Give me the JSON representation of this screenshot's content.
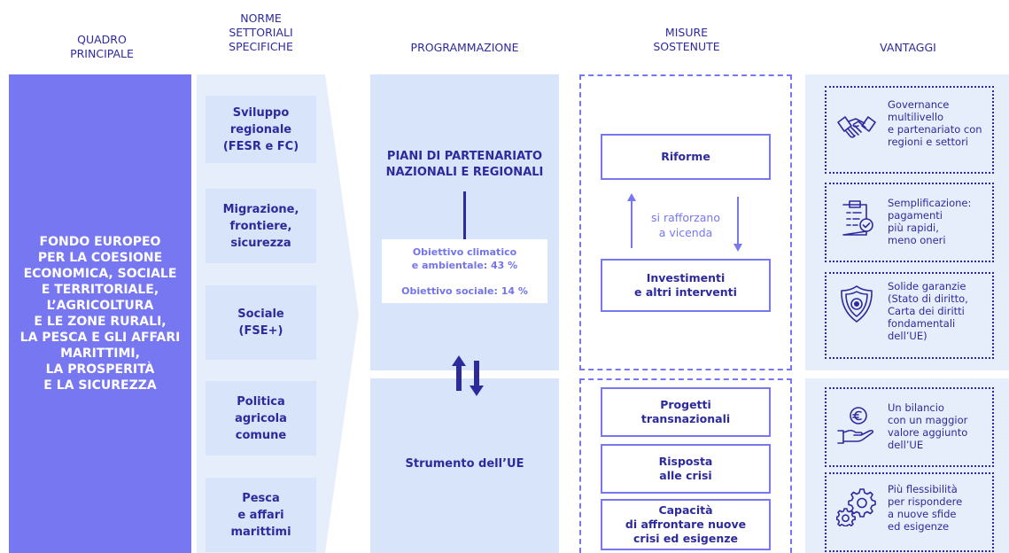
{
  "headers": {
    "quadro": "QUADRO\nPRINCIPALE",
    "norme": "NORME\nSETTORIALI\nSPECIFICHE",
    "programmazione": "PROGRAMMAZIONE",
    "misure": "MISURE\nSOSTENUTE",
    "vantaggi": "VANTAGGI"
  },
  "main": {
    "text": "FONDO EUROPEO\nPER LA COESIONE\nECONOMICA, SOCIALE\nE TERRITORIALE,\nL’AGRICOLTURA\nE LE ZONE RURALI,\nLA PESCA E GLI AFFARI\nMARITTIMI,\nLA PROSPERITÀ\nE LA SICUREZZA"
  },
  "sectors": [
    "Sviluppo\nregionale\n(FESR e FC)",
    "Migrazione,\nfrontiere,\nsicurezza",
    "Sociale\n(FSE+)",
    "Politica\nagricola\ncomune",
    "Pesca\ne affari\nmarittimi"
  ],
  "programmazione": {
    "piani": "PIANI DI PARTENARIATO\nNAZIONALI E REGIONALI",
    "obiettivo_climatico": "Obiettivo climatico\ne ambientale: 43 %",
    "obiettivo_sociale": "Obiettivo sociale: 14 %",
    "strumento": "Strumento dell’UE"
  },
  "misure": {
    "riforme": "Riforme",
    "rafforzano": "si rafforzano\na vicenda",
    "investimenti": "Investimenti\ne altri interventi",
    "progetti": "Progetti\ntransnazionali",
    "risposta": "Risposta\nalle crisi",
    "capacita": "Capacità\ndi affrontare nuove\ncrisi ed esigenze"
  },
  "vantaggi": [
    {
      "icon": "handshake-icon",
      "text": "Governance\nmultilivello\ne partenariato con\nregioni e settori"
    },
    {
      "icon": "clipboard-icon",
      "text": "Semplificazione:\npagamenti\npiù rapidi,\nmeno oneri"
    },
    {
      "icon": "shield-icon",
      "text": "Solide garanzie\n(Stato di diritto,\nCarta dei diritti\nfondamentali\ndell’UE)"
    },
    {
      "icon": "euro-hand-icon",
      "text": "Un bilancio\ncon un maggior\nvalore aggiunto\ndell’UE"
    },
    {
      "icon": "gears-icon",
      "text": "Più flessibilità\nper rispondere\na nuove sfide\ned esigenze"
    }
  ],
  "colors": {
    "navy": "#2d2a9e",
    "purple": "#7777f2",
    "light_blue": "#d8e4fa",
    "pale_blue": "#e7eefb"
  }
}
